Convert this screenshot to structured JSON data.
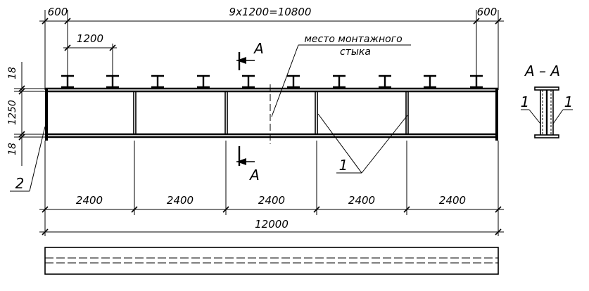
{
  "drawing": {
    "dims": {
      "end_left": "600",
      "total_spacing": "9x1200=10800",
      "end_right": "600",
      "spacing": "1200",
      "flange_top": "18",
      "web_height": "1250",
      "flange_bottom": "18",
      "panels": [
        "2400",
        "2400",
        "2400",
        "2400",
        "2400"
      ],
      "total_length": "12000"
    },
    "labels": {
      "joint_line1": "место монтажного",
      "joint_line2": "стыка",
      "section_mark": "A",
      "section_title": "A – A",
      "callout_1": "1",
      "callout_2": "2"
    }
  }
}
